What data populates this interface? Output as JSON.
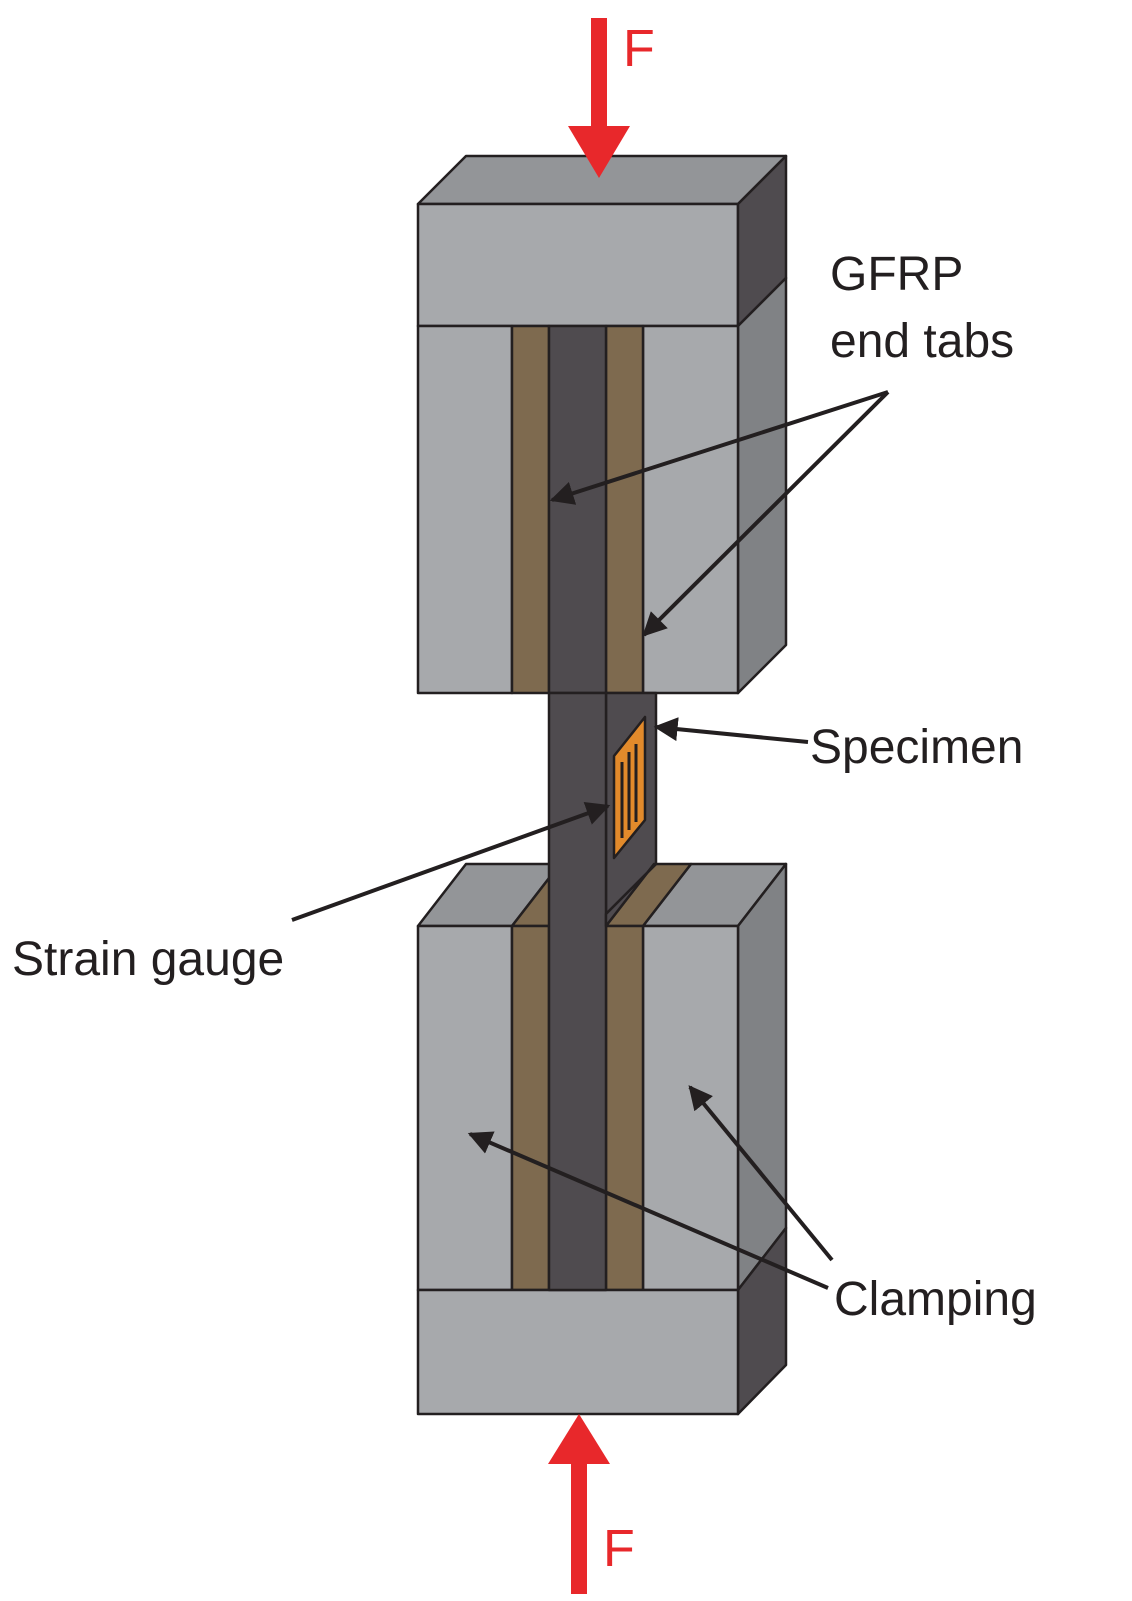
{
  "labels": {
    "force_top": "F",
    "force_bottom": "F",
    "end_tabs_line1": "GFRP",
    "end_tabs_line2": "end tabs",
    "specimen": "Specimen",
    "strain_gauge": "Strain gauge",
    "clamping": "Clamping"
  },
  "colors": {
    "block_front": "#a7a9ac",
    "block_top": "#939598",
    "block_side_dark": "#4f4b4f",
    "block_side_light": "#808285",
    "specimen": "#4f4b4f",
    "end_tab": "#7e6a4f",
    "strain_gauge": "#e28a2b",
    "force_arrow": "#e8282b",
    "outline": "#231f20"
  }
}
